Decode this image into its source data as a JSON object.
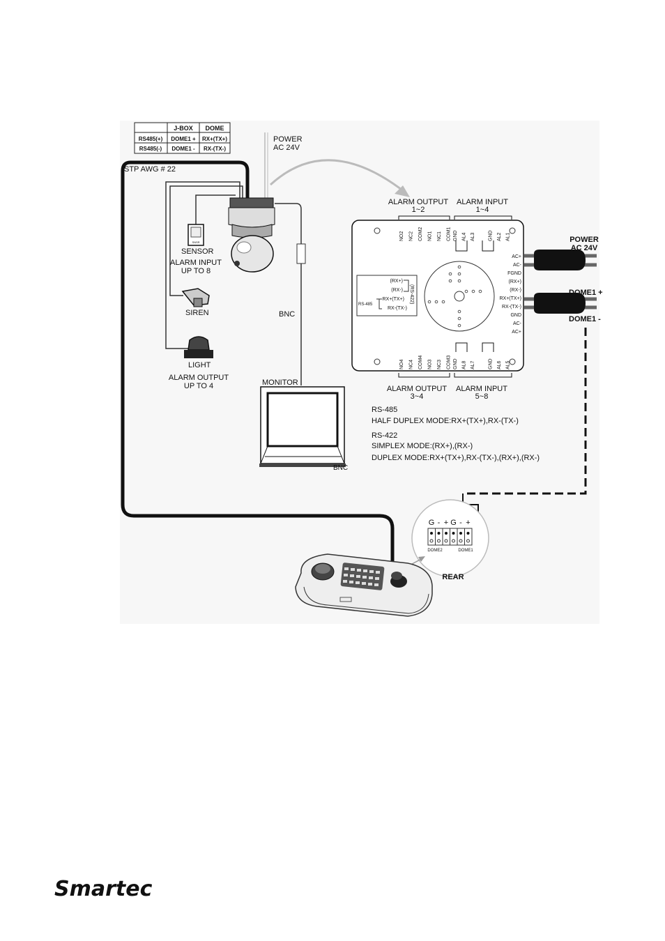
{
  "wiring_table": {
    "headers": [
      "",
      "J-BOX",
      "DOME"
    ],
    "rows": [
      [
        "RS485(+)",
        "DOME1 +",
        "RX+(TX+)"
      ],
      [
        "RS485(-)",
        "DOME1 -",
        "RX-(TX-)"
      ]
    ]
  },
  "cable_label": "STP AWG # 22",
  "power_top": [
    "POWER",
    "AC 24V"
  ],
  "sensor_label": "SENSOR",
  "sensor_tag": "SNSR",
  "alarm_input_upto": [
    "ALARM INPUT",
    "UP TO 8"
  ],
  "siren_label": "SIREN",
  "light_label": "LIGHT",
  "alarm_output_upto": [
    "ALARM OUTPUT",
    "UP TO 4"
  ],
  "bnc_label": "BNC",
  "monitor_label": "MONITOR",
  "monitor_bnc": "BNC",
  "board": {
    "alarm_output_top": [
      "ALARM OUTPUT",
      "1~2"
    ],
    "alarm_input_top": [
      "ALARM INPUT",
      "1~4"
    ],
    "top_pins": [
      "NO2",
      "NC2",
      "COM2",
      "NO1",
      "NC1",
      "COM1",
      "GND",
      "AL4",
      "AL3",
      "GND",
      "AL2",
      "AL1"
    ],
    "bottom_pins": [
      "NO4",
      "NC4",
      "COM4",
      "NO3",
      "NC3",
      "COM3",
      "GND",
      "AL8",
      "AL7",
      "GND",
      "AL6",
      "AL5"
    ],
    "alarm_output_bottom": [
      "ALARM OUTPUT",
      "3~4"
    ],
    "alarm_input_bottom": [
      "ALARM INPUT",
      "5~8"
    ],
    "right_pins": [
      "AC+",
      "AC-",
      "FGND",
      "(RX+)",
      "(RX-)",
      "RX+(TX+)",
      "RX-(TX-)",
      "GND",
      "AC-",
      "AC+"
    ],
    "comm_box": {
      "lines": [
        "(RX+)",
        "(RX-)",
        "RX+(TX+)",
        "RX-(TX-)"
      ],
      "rs485": "RS-485",
      "rs422": "(RS-422)"
    }
  },
  "power_right": [
    "POWER",
    "AC 24V"
  ],
  "dome1_plus": "DOME1 +",
  "dome1_minus": "DOME1 -",
  "modes": [
    "RS-485",
    "HALF DUPLEX MODE:RX+(TX+),RX-(TX-)",
    "RS-422",
    "SIMPLEX MODE:(RX+),(RX-)",
    "DUPLEX MODE:RX+(TX+),RX-(TX-),(RX+),(RX-)"
  ],
  "rear": {
    "terminals": [
      "G",
      "-",
      "+",
      "G",
      "-",
      "+"
    ],
    "dome2": "DOME2",
    "dome1": "DOME1",
    "label": "REAR"
  },
  "logo": "Smartec"
}
